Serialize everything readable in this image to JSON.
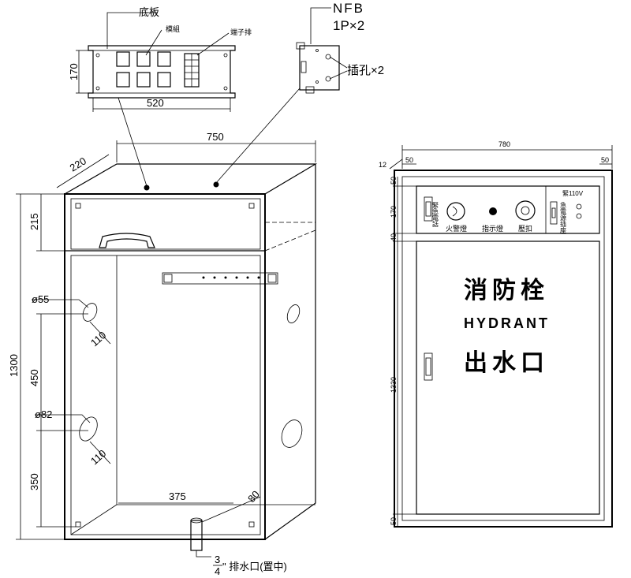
{
  "left_view": {
    "dims": {
      "width": "750",
      "depth": "220",
      "height": "1300",
      "top_section": "215",
      "hole_spacing": "450",
      "bottom_offset": "350",
      "bottom_span": "375",
      "drain_offset": "80",
      "hole_offset_1": "110",
      "hole_offset_2": "110",
      "hole_dia_small": "ø55",
      "hole_dia_large": "ø82"
    },
    "drain_label_num": "3",
    "drain_label_den": "4",
    "drain_label_text": "\" 排水口(置中)"
  },
  "panel_detail": {
    "title": "底板",
    "module_label": "模組",
    "terminal_label": "端子排",
    "height_dim": "170",
    "width_dim": "520"
  },
  "nfb_detail": {
    "title": "NFB",
    "spec": "1P×2",
    "socket_label": "插孔×2"
  },
  "right_view": {
    "dims": {
      "width": "780",
      "left_margin": "50",
      "right_margin": "50",
      "frame": "12",
      "top_margin": "50",
      "panel_height": "170",
      "gap": "40",
      "door_height": "1330",
      "bottom_margin": "50"
    },
    "panel_labels": {
      "emergency_phone": "緊急電話",
      "alarm": "火警燈",
      "indicator": "指示燈",
      "button": "壓扣",
      "outlet_title": "緊110V",
      "outlet_text": "急電源插座"
    },
    "door": {
      "line1": "消防栓",
      "line2": "HYDRANT",
      "line3": "出水口"
    }
  }
}
